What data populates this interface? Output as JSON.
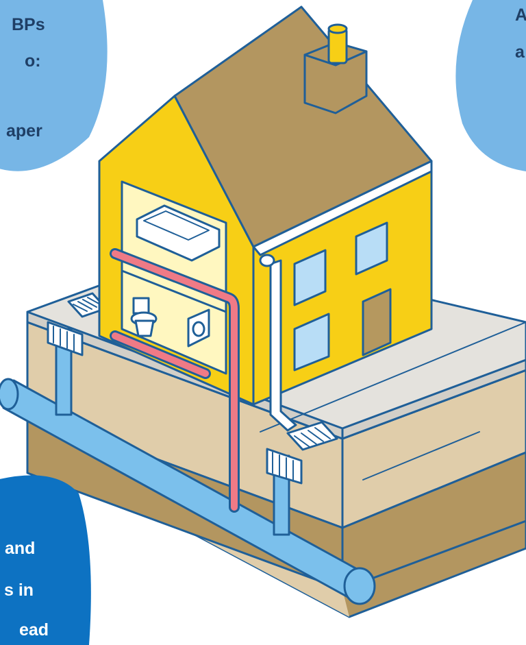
{
  "bubbles": {
    "top_left": {
      "lines": [
        "BPs",
        "o:",
        "aper"
      ]
    },
    "top_right": {
      "lines": [
        "A",
        "a"
      ]
    },
    "bottom_left": {
      "lines": [
        "and",
        "s in",
        "ead"
      ]
    }
  },
  "colors": {
    "outline": "#1f5f98",
    "bubble_light": "#77b6e6",
    "bubble_dark": "#0d72c2",
    "wall_yellow": "#f7cf16",
    "roof_brown": "#b39660",
    "soil_tan": "#e0cdaa",
    "pavement_grey": "#e4e2dd",
    "pipe_blue": "#7bc0ec",
    "pipe_pink": "#ef7a86",
    "window_blue": "#b8ddf6",
    "door_brown": "#b5985f",
    "interior_cream": "#fff7c0"
  },
  "icons": [
    "house-illustration",
    "bathtub-icon",
    "toilet-icon",
    "washing-machine-icon",
    "drain-grate-icon",
    "chimney-icon",
    "sewer-pipe-icon",
    "water-supply-pipe-icon"
  ]
}
